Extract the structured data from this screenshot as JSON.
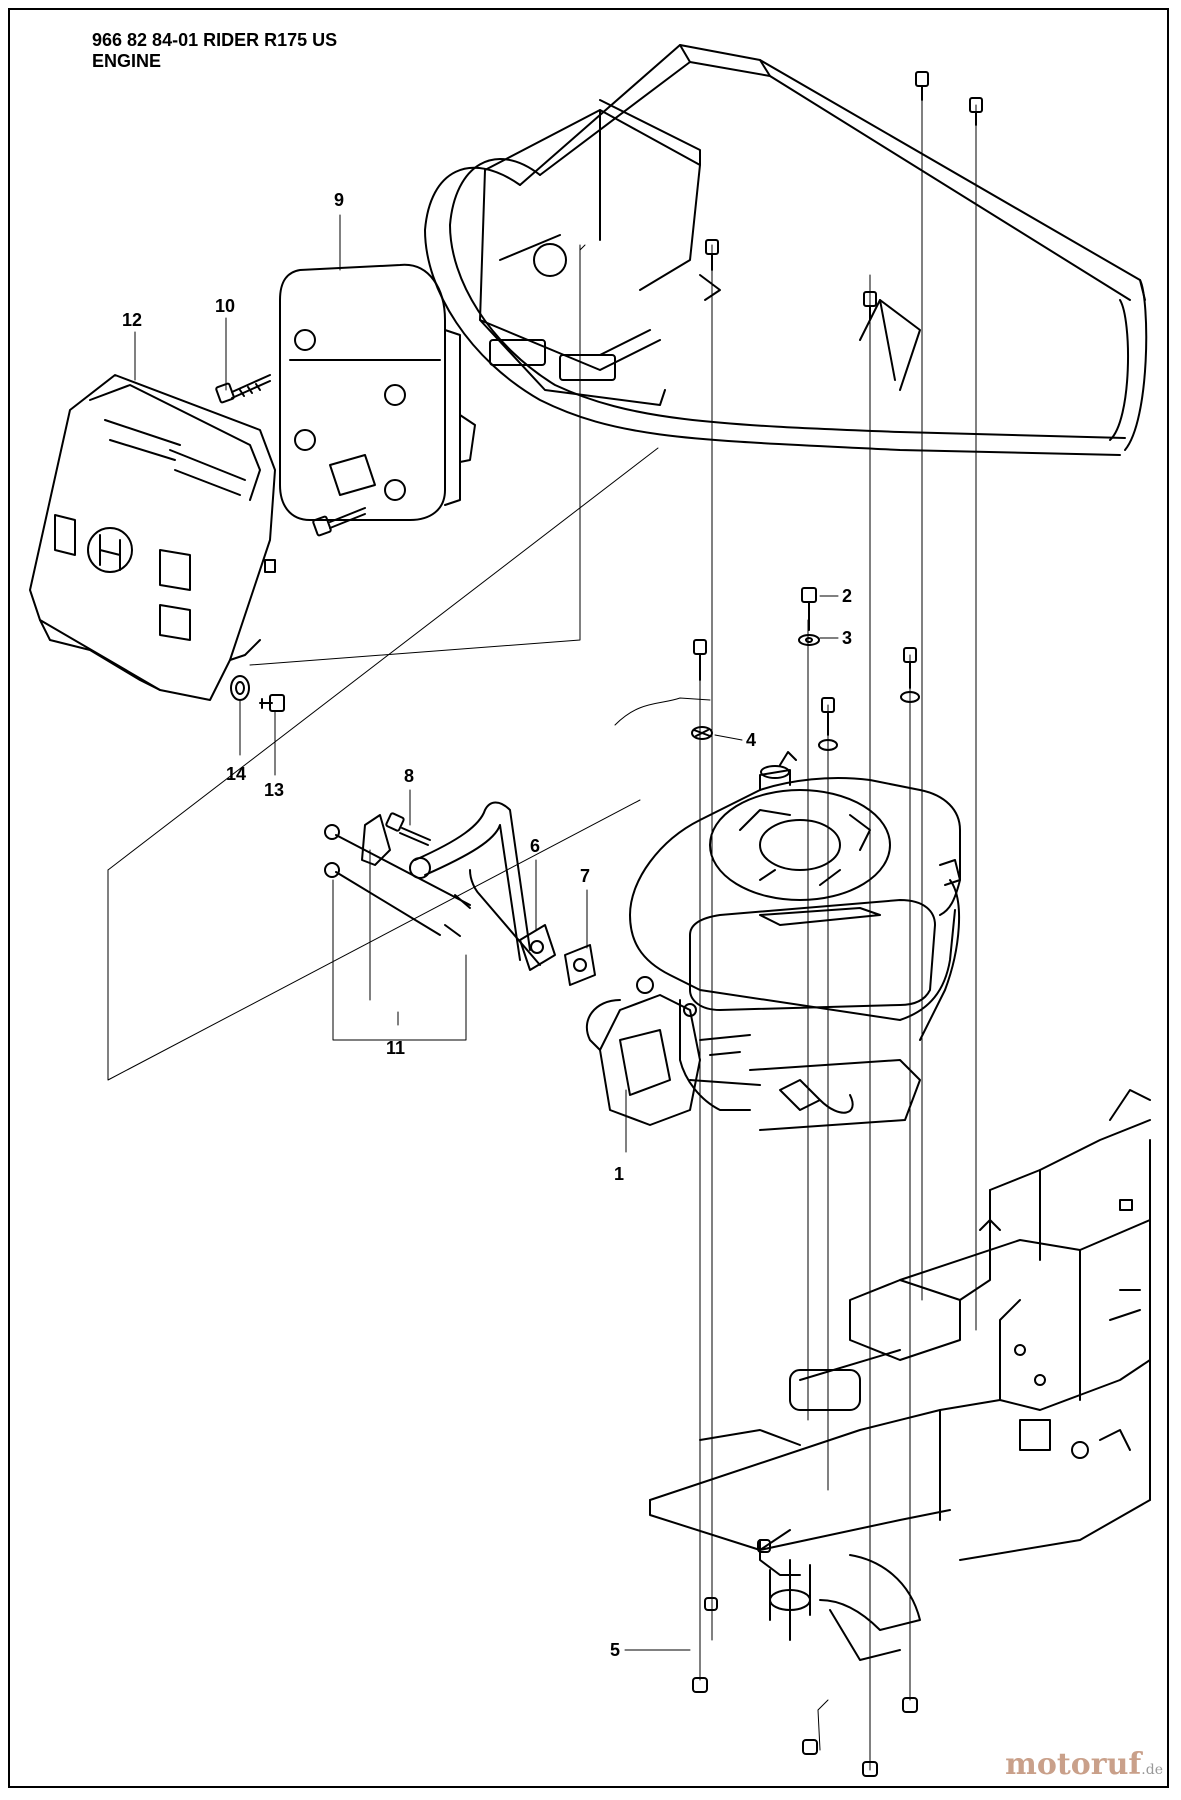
{
  "header": {
    "line1": "966 82 84-01 RIDER R175 US",
    "line2": "ENGINE"
  },
  "callouts": [
    "1",
    "2",
    "3",
    "4",
    "5",
    "6",
    "7",
    "8",
    "9",
    "10",
    "11",
    "12",
    "13",
    "14"
  ],
  "watermark": {
    "brand": "motoruf",
    "suffix": ".de"
  }
}
